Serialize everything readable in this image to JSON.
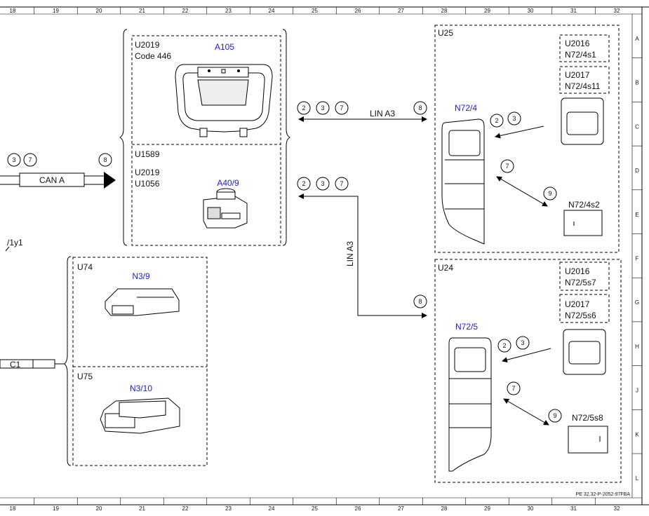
{
  "grid": {
    "columns": [
      "18",
      "19",
      "20",
      "21",
      "22",
      "23",
      "24",
      "25",
      "26",
      "27",
      "28",
      "29",
      "30",
      "31",
      "32"
    ],
    "rows": [
      "A",
      "B",
      "C",
      "D",
      "E",
      "F",
      "G",
      "H",
      "J",
      "K",
      "L"
    ]
  },
  "page_ref": "PE 32.32-P-2052-97FBA",
  "left_edge": {
    "can_label": "CAN A",
    "can_circles": [
      "3",
      "7"
    ],
    "can_arrow_circle": "8",
    "connector_label": "/1y1",
    "c1_label": "C1"
  },
  "groups": {
    "top_left": {
      "code1": "U2019",
      "code2": "Code 446",
      "part": "A105",
      "code3": "U1589",
      "code4": "U2019",
      "code5": "U1056",
      "part2": "A40/9"
    },
    "ecu": {
      "code_a": "U74",
      "part_a": "N3/9",
      "code_b": "U75",
      "part_b": "N3/10"
    },
    "u25": {
      "code": "U25",
      "part": "N72/4",
      "opt1_code": "U2016",
      "opt1_part": "N72/4s1",
      "opt2_code": "U2017",
      "opt2_part": "N72/4s11",
      "switch_part": "N72/4s2"
    },
    "u24": {
      "code": "U24",
      "part": "N72/5",
      "opt1_code": "U2016",
      "opt1_part": "N72/5s7",
      "opt2_code": "U2017",
      "opt2_part": "N72/5s6",
      "switch_part": "N72/5s8"
    }
  },
  "bus": {
    "top_label": "LIN A3",
    "vertical_label": "LIN A3",
    "top_left_circles": [
      "2",
      "3",
      "7"
    ],
    "top_right_circle": "8",
    "mid_circles": [
      "2",
      "3",
      "7"
    ],
    "lower_circle": "8"
  },
  "callouts": {
    "u25_circles": [
      "2",
      "3"
    ],
    "u25_lower": "7",
    "u25_end": "9",
    "u24_circles": [
      "2",
      "3"
    ],
    "u24_lower": "7",
    "u24_end": "9"
  }
}
